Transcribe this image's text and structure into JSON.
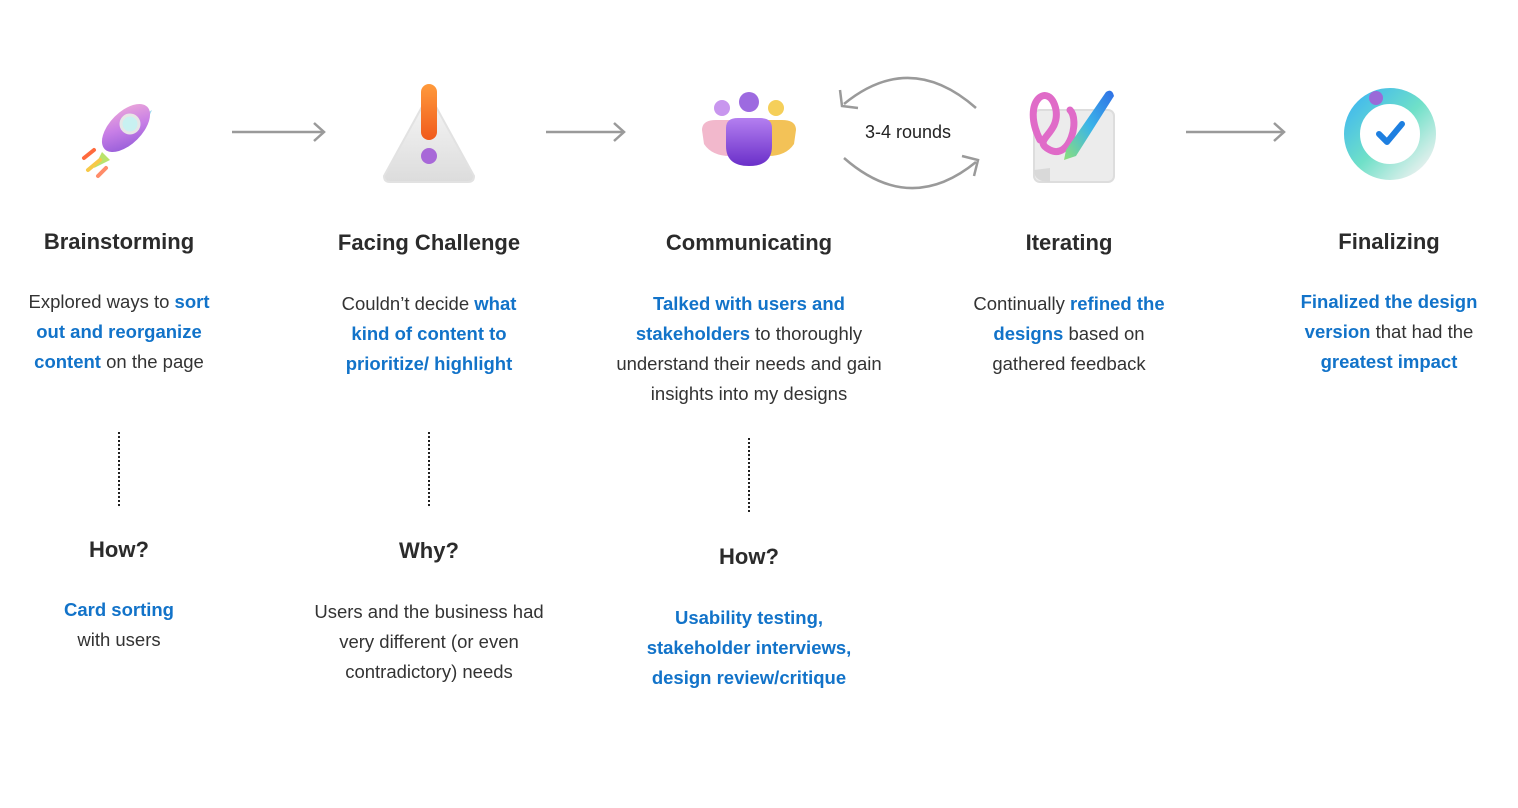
{
  "steps": [
    {
      "icon": "rocket-icon",
      "title": "Brainstorming",
      "desc": [
        {
          "t": "Explored ways to ",
          "h": false
        },
        {
          "t": "sort out and reorganize content",
          "h": true
        },
        {
          "t": " on the page",
          "h": false
        }
      ],
      "sub_title": "How?",
      "sub_desc": [
        {
          "t": "Card sorting",
          "h": true
        },
        {
          "t": " with users",
          "h": false
        }
      ]
    },
    {
      "icon": "warning-icon",
      "title": "Facing Challenge",
      "desc": [
        {
          "t": "Couldn’t decide ",
          "h": false
        },
        {
          "t": "what kind of content to prioritize/ highlight",
          "h": true
        }
      ],
      "sub_title": "Why?",
      "sub_desc": [
        {
          "t": "Users and the business had very different (or even contradictory) needs",
          "h": false
        }
      ]
    },
    {
      "icon": "people-icon",
      "title": "Communicating",
      "desc": [
        {
          "t": "Talked with users and stakeholders",
          "h": true
        },
        {
          "t": " to thoroughly understand their needs and gain insights into my designs",
          "h": false
        }
      ],
      "sub_title": "How?",
      "sub_desc": [
        {
          "t": "Usability testing, stakeholder interviews, design review/critique",
          "h": true
        }
      ]
    },
    {
      "icon": "pen-paper-icon",
      "title": "Iterating",
      "desc": [
        {
          "t": "Continually ",
          "h": false
        },
        {
          "t": "refined the designs",
          "h": true
        },
        {
          "t": " based on gathered feedback",
          "h": false
        }
      ]
    },
    {
      "icon": "check-progress-icon",
      "title": "Finalizing",
      "desc": [
        {
          "t": "Finalized the design version",
          "h": true
        },
        {
          "t": " that had the ",
          "h": false
        },
        {
          "t": "greatest impact",
          "h": true
        }
      ]
    }
  ],
  "cycle_label": "3-4 rounds",
  "colors": {
    "highlight": "#1273c9",
    "text": "#333333",
    "arrow": "#9a9a9a"
  }
}
